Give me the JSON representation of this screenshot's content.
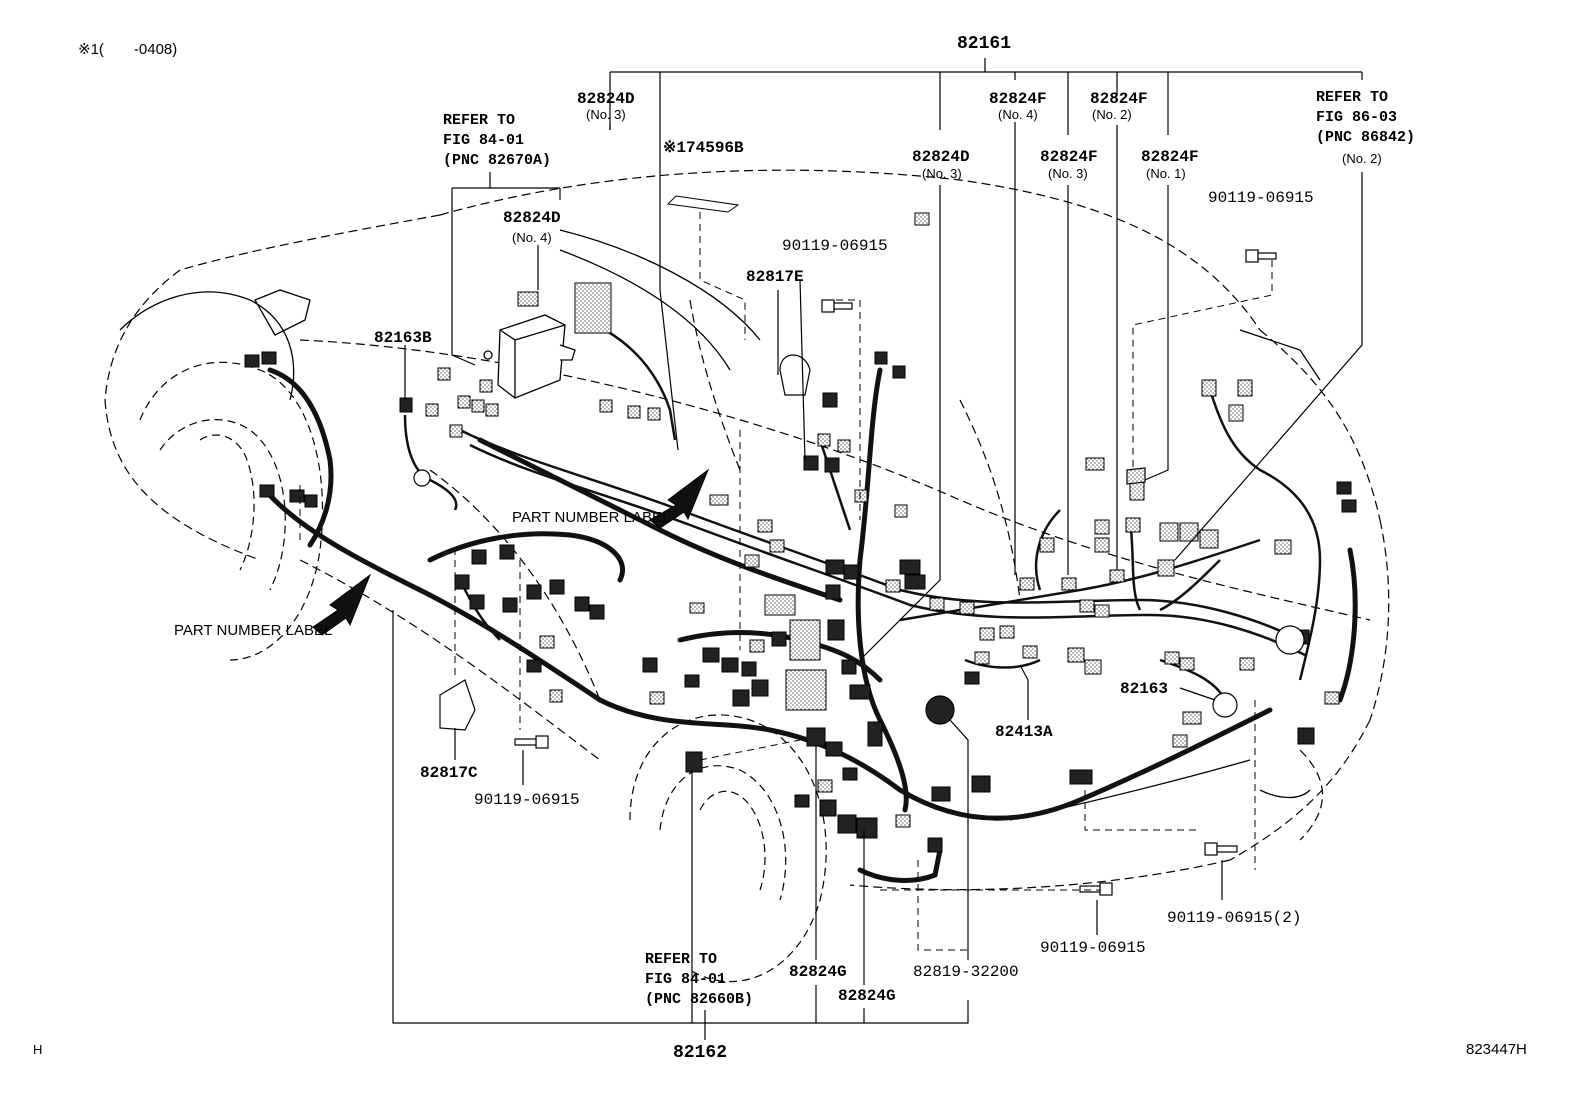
{
  "header": {
    "note": "※1(　　-0408)",
    "corner_left": "H",
    "figure_code": "823447H"
  },
  "labels": {
    "p82161": "82161",
    "p82162": "82162",
    "p82824D_top": "82824D",
    "p82824D_top_no": "(No. 3)",
    "p82824D_mid": "82824D",
    "p82824D_mid_no": "(No. 4)",
    "p82824D_right": "82824D",
    "p82824D_right_no": "(No. 3)",
    "p82824F_no4": "82824F",
    "p82824F_no4_no": "(No. 4)",
    "p82824F_no2": "82824F",
    "p82824F_no2_no": "(No. 2)",
    "p82824F_no3": "82824F",
    "p82824F_no3_no": "(No. 3)",
    "p82824F_no1": "82824F",
    "p82824F_no1_no": "(No. 1)",
    "p74596B": "※174596B",
    "p82817E": "82817E",
    "p82163B": "82163B",
    "p82163": "82163",
    "p82413A": "82413A",
    "p82817C": "82817C",
    "p82824G_a": "82824G",
    "p82824G_b": "82824G",
    "p82819": "82819-32200",
    "bolt_top_center": "90119-06915",
    "bolt_top_right": "90119-06915",
    "bolt_left": "90119-06915",
    "bolt_bottom_right": "90119-06915",
    "bolt_bottom_right_2": "90119-06915(2)",
    "part_number_label_1": "PART NUMBER LABEL",
    "part_number_label_2": "PART NUMBER LABEL"
  },
  "refs": {
    "ref_top_left": "REFER TO\nFIG 84-01\n(PNC 82670A)",
    "ref_top_right": "REFER TO\nFIG 86-03\n(PNC 86842)",
    "ref_top_right_no": "(No. 2)",
    "ref_bottom": "REFER TO\nFIG 84-01\n(PNC 82660B)"
  }
}
